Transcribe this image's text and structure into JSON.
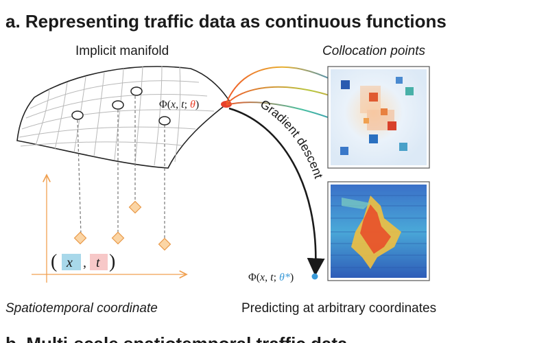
{
  "heading": {
    "title": "a. Representing traffic data as continuous functions",
    "next_title": "b. Multi-scale spatiotemporal traffic data"
  },
  "labels": {
    "implicit_manifold": "Implicit manifold",
    "collocation_points": "Collocation points",
    "spatiotemporal_coordinate": "Spatiotemporal coordinate",
    "predicting": "Predicting at arbitrary coordinates",
    "gradient_descent": "Gradient descent"
  },
  "formulas": {
    "phi_theta": {
      "prefix": "Φ(",
      "x": "x",
      "t": "t",
      "theta": "θ",
      "suffix": ")"
    },
    "phi_theta_star": {
      "prefix": "Φ(",
      "x": "x",
      "t": "t",
      "theta": "θ*",
      "suffix": ")"
    },
    "coord_tuple": {
      "open": "(",
      "x": "x",
      "comma": ",",
      "t": "t",
      "close": ")"
    }
  },
  "colors": {
    "accent_orange": "#f0a050",
    "theta_red": "#e8402a",
    "theta_star_blue": "#3a9ad8",
    "x_box": "#a8d8ea",
    "t_box": "#f7c8c8",
    "diamond_fill": "#fbd5a5",
    "diamond_stroke": "#e99a4a"
  }
}
